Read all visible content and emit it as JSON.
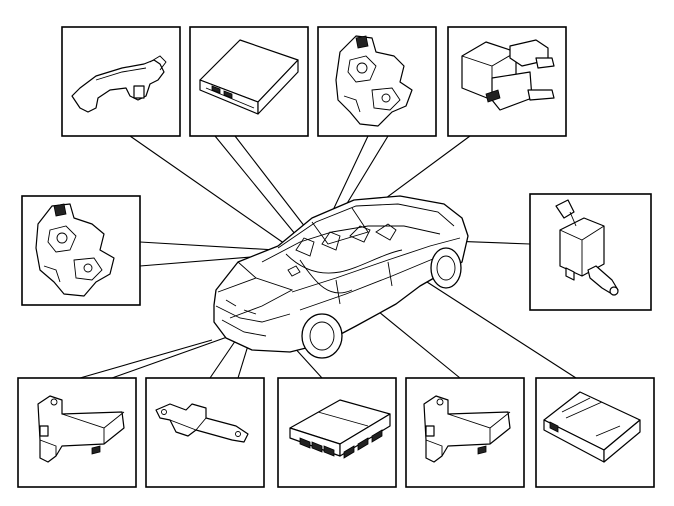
{
  "diagram": {
    "subject": "car",
    "components": [
      {
        "id": "door-handle",
        "icon": "door-handle-icon"
      },
      {
        "id": "control-module",
        "icon": "control-module-icon"
      },
      {
        "id": "lock-mechanism-top",
        "icon": "lock-mechanism-icon"
      },
      {
        "id": "actuator-motor",
        "icon": "actuator-motor-icon"
      },
      {
        "id": "lock-mechanism-left",
        "icon": "lock-mechanism-icon"
      },
      {
        "id": "pedal-switch",
        "icon": "pedal-switch-icon"
      },
      {
        "id": "sensor-bracket-1",
        "icon": "sensor-bracket-icon"
      },
      {
        "id": "mounting-bracket",
        "icon": "mounting-bracket-icon"
      },
      {
        "id": "connector-module",
        "icon": "connector-module-icon"
      },
      {
        "id": "sensor-bracket-2",
        "icon": "sensor-bracket-icon"
      },
      {
        "id": "electronic-unit",
        "icon": "electronic-unit-icon"
      }
    ]
  }
}
